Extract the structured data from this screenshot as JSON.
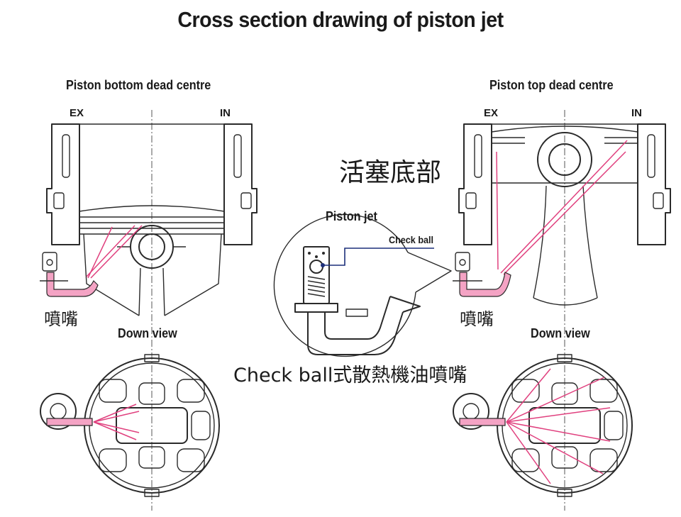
{
  "title": "Cross section drawing of piston jet",
  "left_panel": {
    "heading": "Piston bottom dead centre",
    "ex_label": "EX",
    "in_label": "IN",
    "nozzle_label": "噴嘴",
    "down_view_label": "Down view"
  },
  "right_panel": {
    "heading": "Piston top dead centre",
    "ex_label": "EX",
    "in_label": "IN",
    "nozzle_label": "噴嘴",
    "down_view_label": "Down view"
  },
  "center": {
    "overlay_label": "活塞底部",
    "piston_jet_label": "Piston jet",
    "check_ball_label": "Check ball",
    "caption": "Check ball式散熱機油噴嘴"
  },
  "colors": {
    "oil_jet": "#e0407e",
    "nozzle_fill": "#f4a3c4",
    "callout": "#1c2f7a",
    "linework": "#2a2a2a"
  }
}
